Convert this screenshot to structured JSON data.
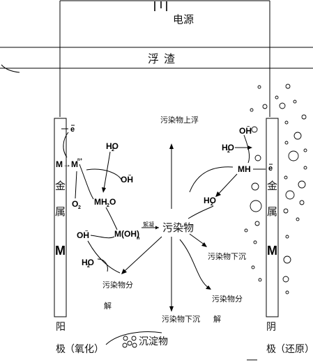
{
  "power_label": "电源",
  "scum_label": "浮渣",
  "anode": {
    "metal_chars": [
      "金",
      "属"
    ],
    "symbol": "M",
    "name_chars": [
      "阳",
      "极"
    ],
    "note": "（氧化）"
  },
  "cathode": {
    "metal_chars": [
      "金",
      "属"
    ],
    "symbol": "M",
    "name_chars": [
      "阴",
      "极"
    ],
    "note": "（还原）"
  },
  "center_label": "污染物",
  "floc_label": "絮凝",
  "labels": {
    "float_up": "污染物上浮",
    "sink_bottom": "污染物下沉",
    "sink_right": "污染物下沉",
    "decompose_left": [
      "污染物分",
      "解"
    ],
    "decompose_right": [
      "污染物分",
      "解"
    ],
    "sediment": "沉淀物"
  },
  "anode_species": {
    "electron": "e",
    "m_to_ion": "M→M",
    "ion_charge": "n+",
    "oxygen": "O",
    "oxygen_sub": "2",
    "water": "HO",
    "water_sub": "2",
    "hydroxide": "OH",
    "hydroxide_charge": "−",
    "hydrated_ion": "MH O",
    "hydrated_sub": "2",
    "hydroxide_free": "OH",
    "hydroxide_free_charge": "−",
    "hydroxide_complex": "M(OH)",
    "hydroxide_complex_sub": "n",
    "water_bottom": "HO",
    "water_bottom_sub": "2"
  },
  "cathode_species": {
    "hydroxide": "OH",
    "hydroxide_charge": "−",
    "water": "HO",
    "water_sub": "2",
    "mh": "MH",
    "electron": "e",
    "hydrogen": "HO",
    "hydrogen_sub": "2"
  }
}
